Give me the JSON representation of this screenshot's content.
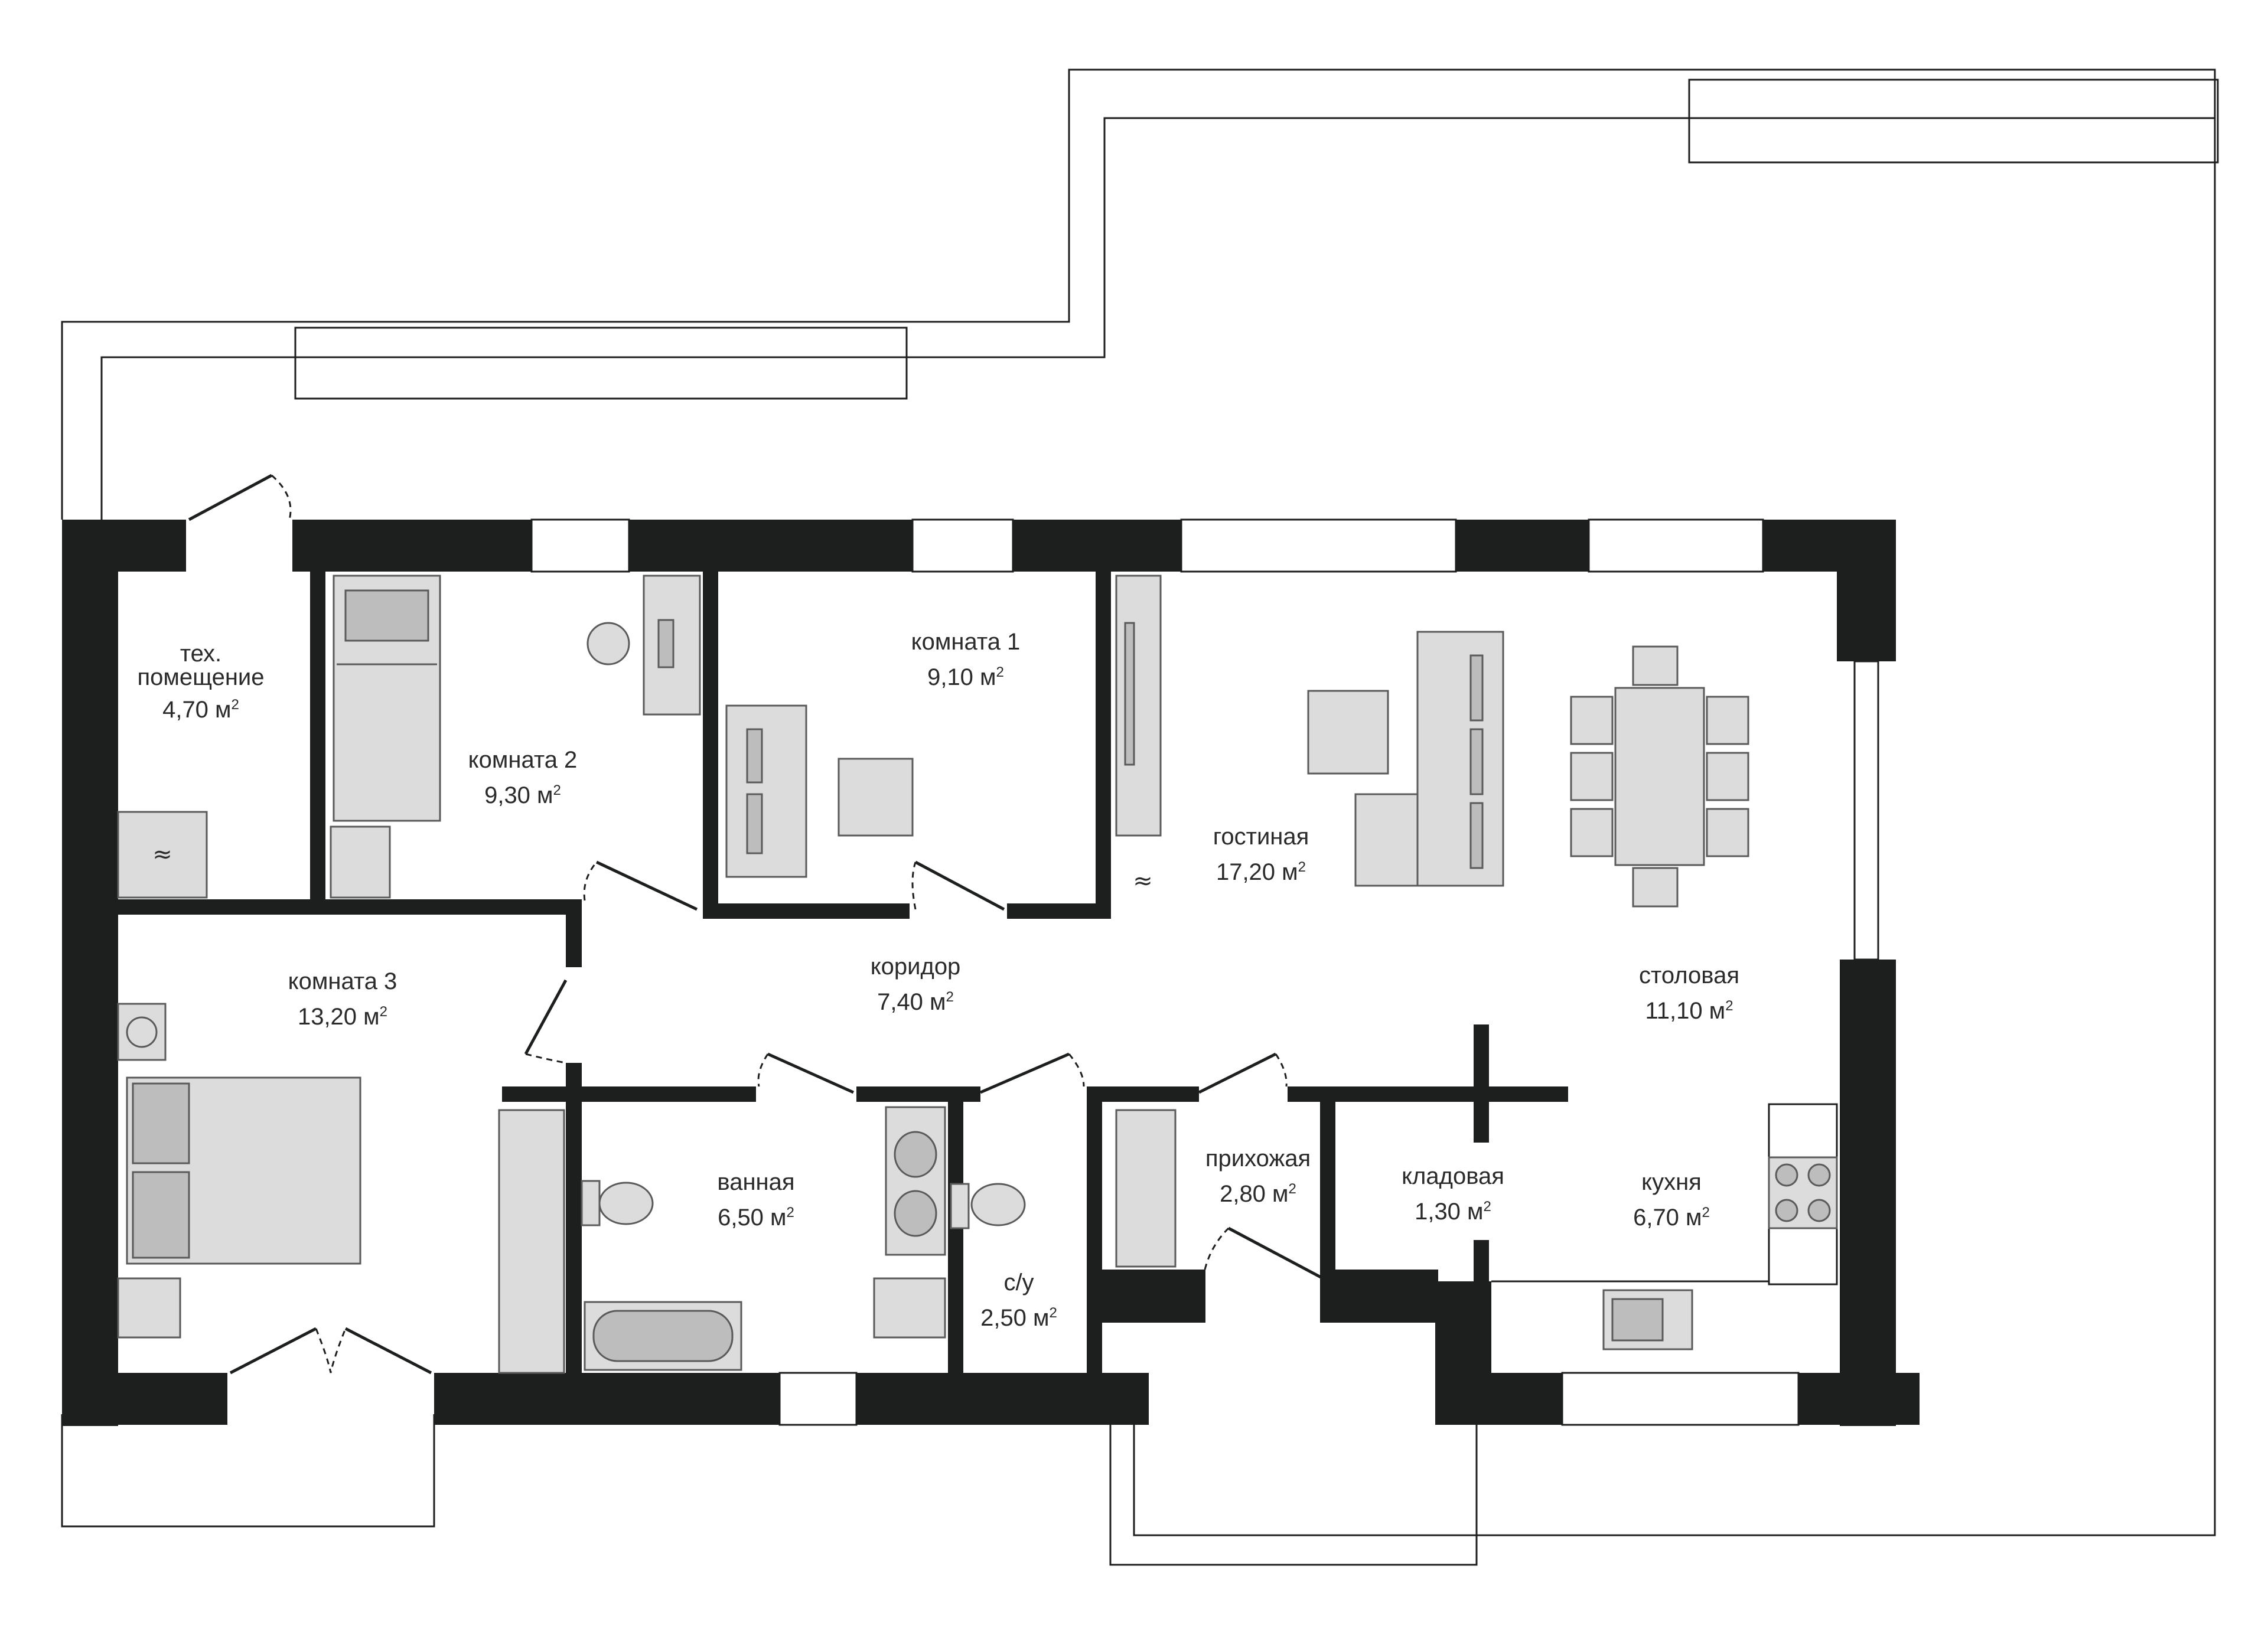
{
  "rooms": [
    {
      "id": "tech",
      "name": "тех.",
      "name2": "помещение",
      "area": "4,70 м",
      "sup": "2"
    },
    {
      "id": "room2",
      "name": "комната 2",
      "area": "9,30 м",
      "sup": "2"
    },
    {
      "id": "room1",
      "name": "комната 1",
      "area": "9,10 м",
      "sup": "2"
    },
    {
      "id": "living",
      "name": "гостиная",
      "area": "17,20 м",
      "sup": "2"
    },
    {
      "id": "dining",
      "name": "столовая",
      "area": "11,10 м",
      "sup": "2"
    },
    {
      "id": "room3",
      "name": "комната 3",
      "area": "13,20 м",
      "sup": "2"
    },
    {
      "id": "corridor",
      "name": "коридор",
      "area": "7,40 м",
      "sup": "2"
    },
    {
      "id": "bath",
      "name": "ванная",
      "area": "6,50 м",
      "sup": "2"
    },
    {
      "id": "wc",
      "name": "с/у",
      "area": "2,50 м",
      "sup": "2"
    },
    {
      "id": "hall",
      "name": "прихожая",
      "area": "2,80 м",
      "sup": "2"
    },
    {
      "id": "pantry",
      "name": "кладовая",
      "area": "1,30 м",
      "sup": "2"
    },
    {
      "id": "kitchen",
      "name": "кухня",
      "area": "6,70 м",
      "sup": "2"
    }
  ],
  "colors": {
    "wall": "#1c1f1e",
    "furniture": "#dcdcdc",
    "furniture_dark": "#bdbdbd",
    "background": "#ffffff"
  }
}
